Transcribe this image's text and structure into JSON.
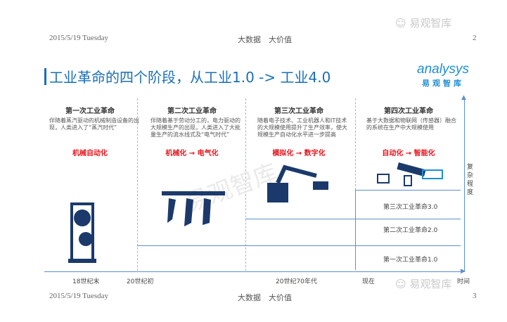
{
  "header": {
    "date": "2015/5/19 Tuesday",
    "center": "大数据　大价值",
    "page": "2",
    "watermark": "易观智库"
  },
  "title": "工业革命的四个阶段，从工业1.0 -> 工业4.0",
  "logo": {
    "brand": "analysys",
    "sub": "易观智库"
  },
  "columns": [
    {
      "heading": "第一次工业革命",
      "desc": "伴随着蒸汽驱动的机械制造设备的出现，人类进入了“蒸汽时代”",
      "key": "机械自动化"
    },
    {
      "heading": "第二次工业革命",
      "desc": "伴随着基于劳动分工的，电力驱动的大规模生产的出现，人类进入了大批量生产的流水线式及“电气时代”",
      "key": "机械化 → 电气化"
    },
    {
      "heading": "第三次工业革命",
      "desc": "随着电子技术、工业机器人和IT技术的大规模使用提升了生产效率，使大规模生产自动化水平进一步提高",
      "key": "模拟化 → 数字化"
    },
    {
      "heading": "第四次工业革命",
      "desc": "基于大数据和物联网（传感器）融合的系统在生产中大规模使用",
      "key": "自动化 → 智能化"
    }
  ],
  "axis": {
    "y_label": "复杂程度",
    "x_label": "时间",
    "ticks": [
      "18世纪末",
      "20世纪初",
      "20世纪70年代",
      "现在"
    ]
  },
  "levels": [
    "第三次工业革命3.0",
    "第二次工业革命2.0",
    "第一次工业革命1.0"
  ],
  "footer": {
    "date": "2015/5/19 Tuesday",
    "center": "大数据　大价值",
    "page": "3",
    "watermark": "易观智库"
  },
  "center_watermark": "易观智库"
}
